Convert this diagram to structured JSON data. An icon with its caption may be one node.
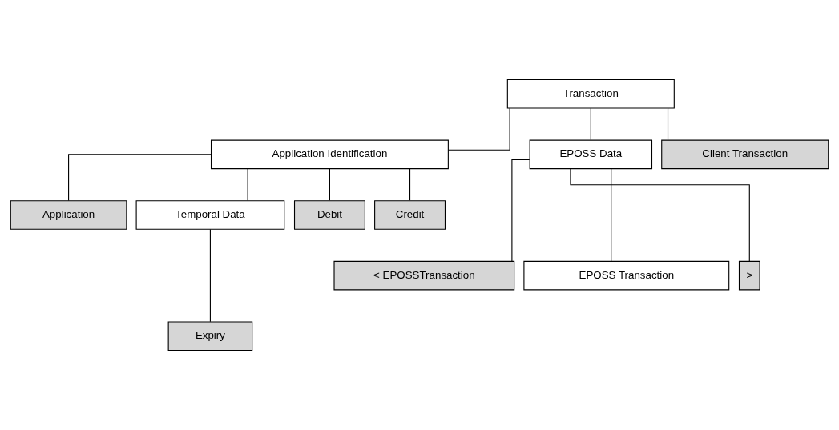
{
  "diagram": {
    "nodes": [
      {
        "text": [
          "Transaction"
        ]
      },
      {
        "text": [
          "Application Identification"
        ]
      },
      {
        "text": [
          "EPOSS Data"
        ]
      },
      {
        "text": [
          "Client Transaction"
        ]
      },
      {
        "text": [
          "Application"
        ]
      },
      {
        "text": [
          "Temporal Data"
        ]
      },
      {
        "text": [
          "Debit"
        ]
      },
      {
        "text": [
          "Credit"
        ]
      },
      {
        "text": [
          "Expiry"
        ]
      },
      {
        "text": [
          "< EPOSSTransaction"
        ]
      },
      {
        "text": [
          "EPOSS Transaction"
        ]
      },
      {
        "text": [
          ">"
        ]
      }
    ],
    "edges": [
      {
        "from": 0,
        "to": 1,
        "arrow": "none"
      },
      {
        "from": 0,
        "to": 2,
        "arrow": "none"
      },
      {
        "from": 0,
        "to": 3,
        "arrow": "none"
      },
      {
        "from": 1,
        "to": 4,
        "arrow": "none"
      },
      {
        "from": 1,
        "to": 5,
        "arrow": "none"
      },
      {
        "from": 1,
        "to": 6,
        "arrow": "none"
      },
      {
        "from": 1,
        "to": 7,
        "arrow": "none"
      },
      {
        "from": 5,
        "to": 8,
        "arrow": "none"
      },
      {
        "from": 2,
        "to": 9,
        "arrow": "none"
      },
      {
        "from": 2,
        "to": 10,
        "arrow": "none"
      },
      {
        "from": 2,
        "to": 11,
        "arrow": "none"
      }
    ]
  }
}
